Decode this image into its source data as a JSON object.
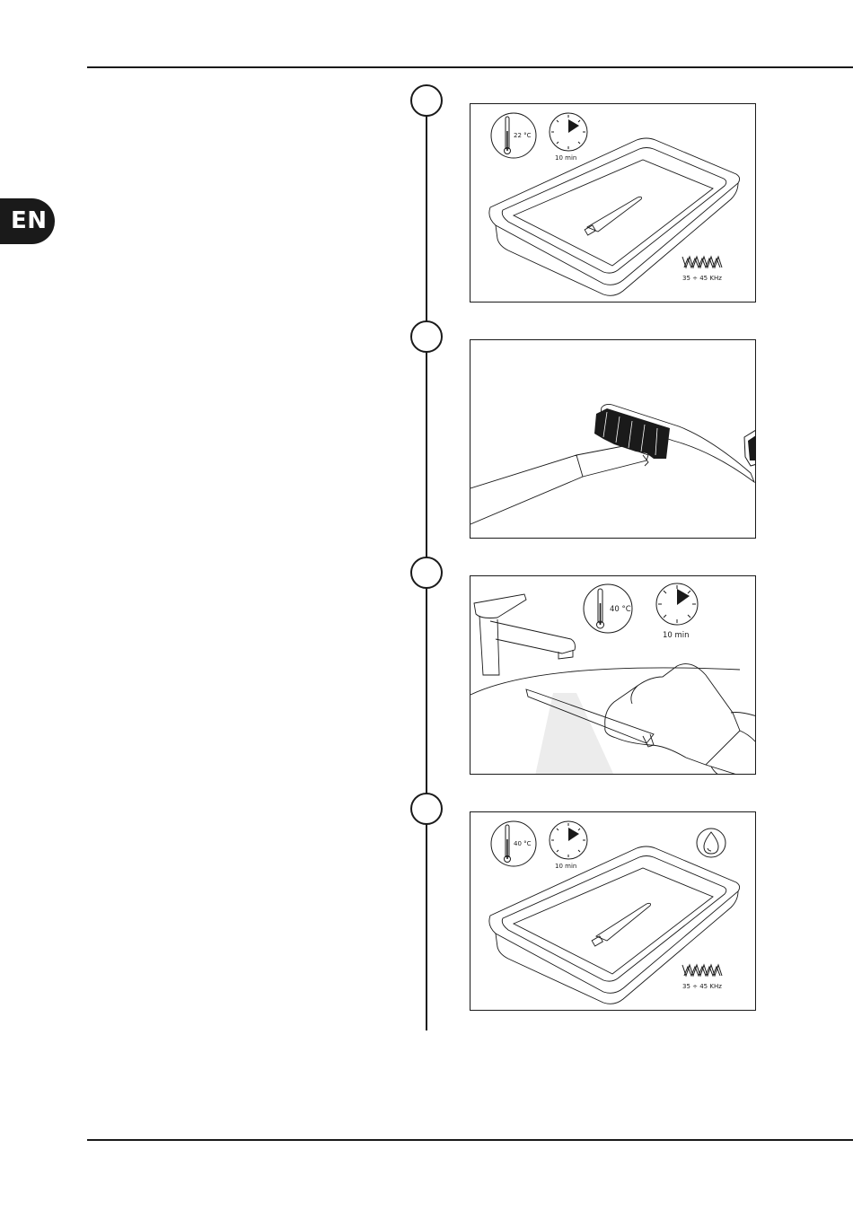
{
  "language_tab": "EN",
  "steps": [
    {
      "temperature": "22 °C",
      "time": "10 min",
      "frequency": "35 ÷ 45 KHz"
    },
    {},
    {
      "temperature": "40 °C",
      "time": "10 min"
    },
    {
      "temperature": "40 °C",
      "time": "10 min",
      "frequency": "35 ÷ 45 KHz"
    }
  ]
}
